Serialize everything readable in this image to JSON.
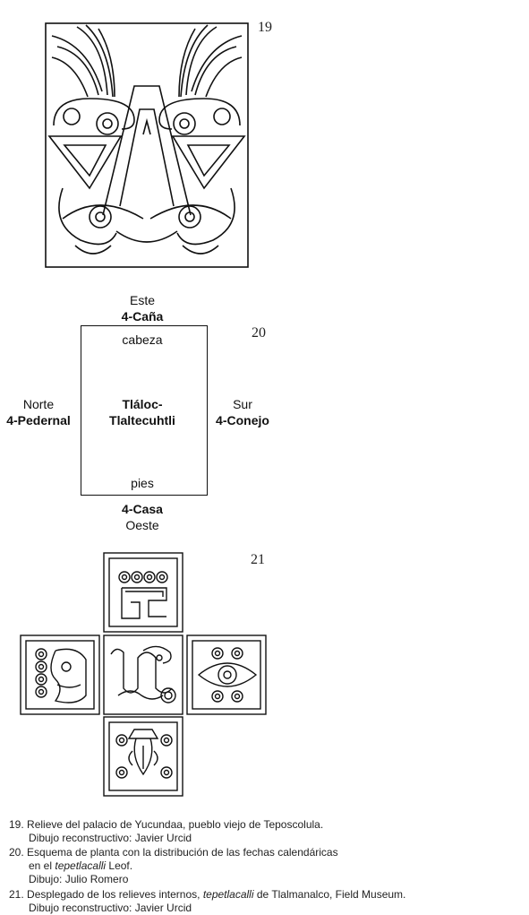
{
  "figures": {
    "fig19": {
      "number": "19"
    },
    "fig20": {
      "number": "20",
      "east": {
        "dir": "Este",
        "date": "4-Caña"
      },
      "top_inside": "cabeza",
      "west_side": {
        "dir": "Norte",
        "date": "4-Pedernal"
      },
      "center": {
        "line1": "Tláloc-",
        "line2": "Tlaltecuhtli"
      },
      "east_side": {
        "dir": "Sur",
        "date": "4-Conejo"
      },
      "bottom_inside": "pies",
      "west": {
        "date": "4-Casa",
        "dir": "Oeste"
      }
    },
    "fig21": {
      "number": "21"
    }
  },
  "captions": [
    {
      "number": "19.",
      "text": "Relieve del palacio de Yucundaa, pueblo viejo de Teposcolula.",
      "credit": "Dibujo reconstructivo: Javier Urcid"
    },
    {
      "number": "20.",
      "text": "Esquema de planta con la distribución de las fechas calendáricas",
      "text2_pre": "en el ",
      "text2_em": "tepetlacalli",
      "text2_post": " Leof.",
      "credit": "Dibujo: Julio Romero"
    },
    {
      "number": "21.",
      "text_pre": "Desplegado de los relieves internos, ",
      "text_em": "tepetlacalli",
      "text_post": " de Tlalmanalco, Field Museum.",
      "credit": "Dibujo reconstructivo: Javier Urcid"
    }
  ]
}
